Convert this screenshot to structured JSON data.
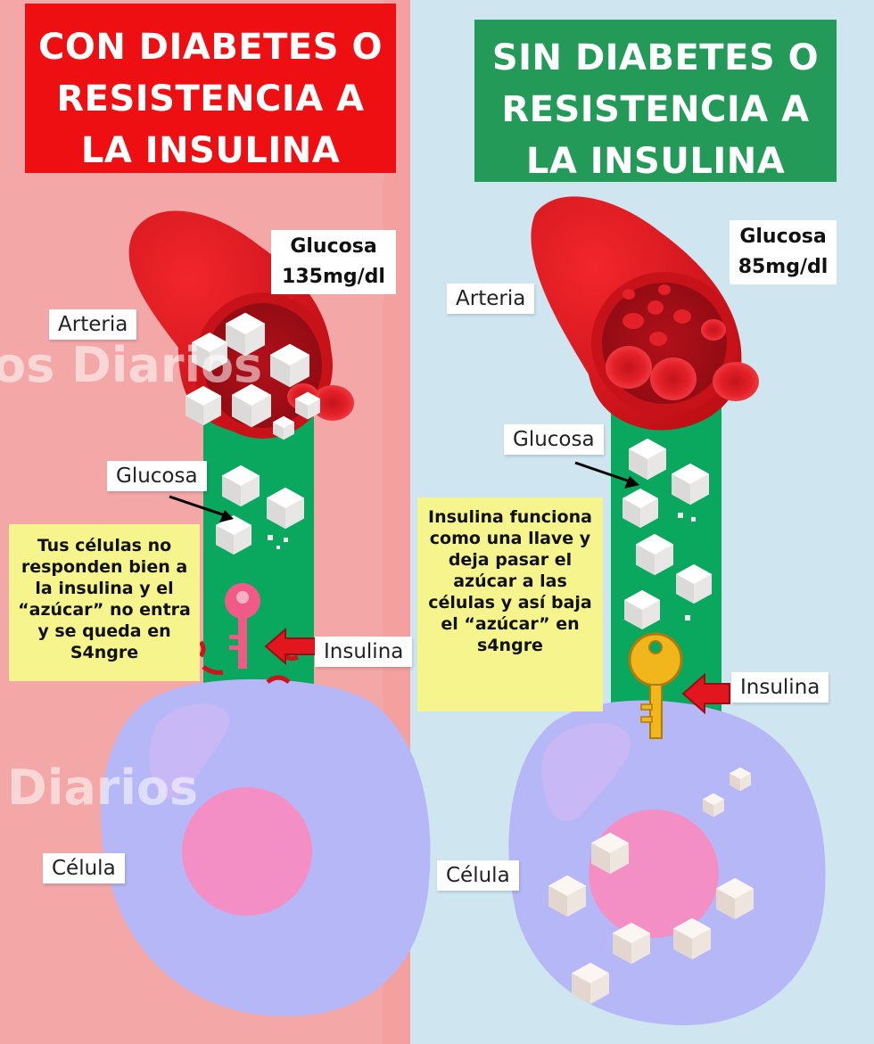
{
  "left": {
    "title": "CON DIABETES O RESISTENCIA A LA INSULINA",
    "glucose_label": "Glucosa",
    "glucose_value": "135mg/dl",
    "artery_label": "Arteria",
    "glucose_tag": "Glucosa",
    "insulin_tag": "Insulina",
    "cell_tag": "Célula",
    "note": "Tus células no responden bien a la insulina y el “azúcar” no entra y se queda en S4ngre",
    "watermark_top": "os Diarios",
    "watermark_bottom": "Diarios"
  },
  "right": {
    "title": "SIN DIABETES O RESISTENCIA A LA INSULINA",
    "glucose_label": "Glucosa",
    "glucose_value": "85mg/dl",
    "artery_label": "Arteria",
    "glucose_tag": "Glucosa",
    "insulin_tag": "Insulina",
    "cell_tag": "Célula",
    "note": "Insulina funciona como una llave y deja pasar el azúcar a las células y así baja el “azúcar” en s4ngre"
  },
  "colors": {
    "left_bg": "#f4a7a7",
    "right_bg": "#cfe6f0",
    "title_red": "#ee0f12",
    "title_green": "#239a57",
    "vessel_green": "#0aa75f",
    "artery_red": "#e3161d",
    "cell_lavender": "#b6b7f7",
    "nucleus_pink": "#f48fc6",
    "note_yellow": "#f6f58d",
    "key_pink": "#ef5a86",
    "key_gold": "#f2b61d"
  }
}
